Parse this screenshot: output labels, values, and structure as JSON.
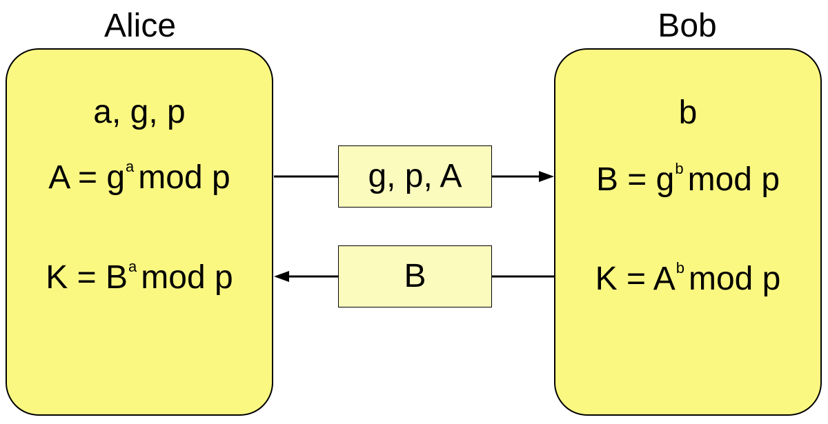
{
  "colors": {
    "party_box_fill": "#fbf882",
    "message_box_fill": "#fcfbbe",
    "line": "#000000"
  },
  "alice": {
    "name": "Alice",
    "params": "a, g, p",
    "public_key": {
      "base": "A = g",
      "exp": "a",
      "rest": "mod p"
    },
    "shared_key": {
      "base": "K = B",
      "exp": "a",
      "rest": "mod p"
    }
  },
  "bob": {
    "name": "Bob",
    "params": "b",
    "public_key": {
      "base": "B = g",
      "exp": "b",
      "rest": "mod p"
    },
    "shared_key": {
      "base": "K = A",
      "exp": "b",
      "rest": "mod p"
    }
  },
  "messages": [
    {
      "label": "g, p, A",
      "direction": "alice-to-bob"
    },
    {
      "label": "B",
      "direction": "bob-to-alice"
    }
  ]
}
